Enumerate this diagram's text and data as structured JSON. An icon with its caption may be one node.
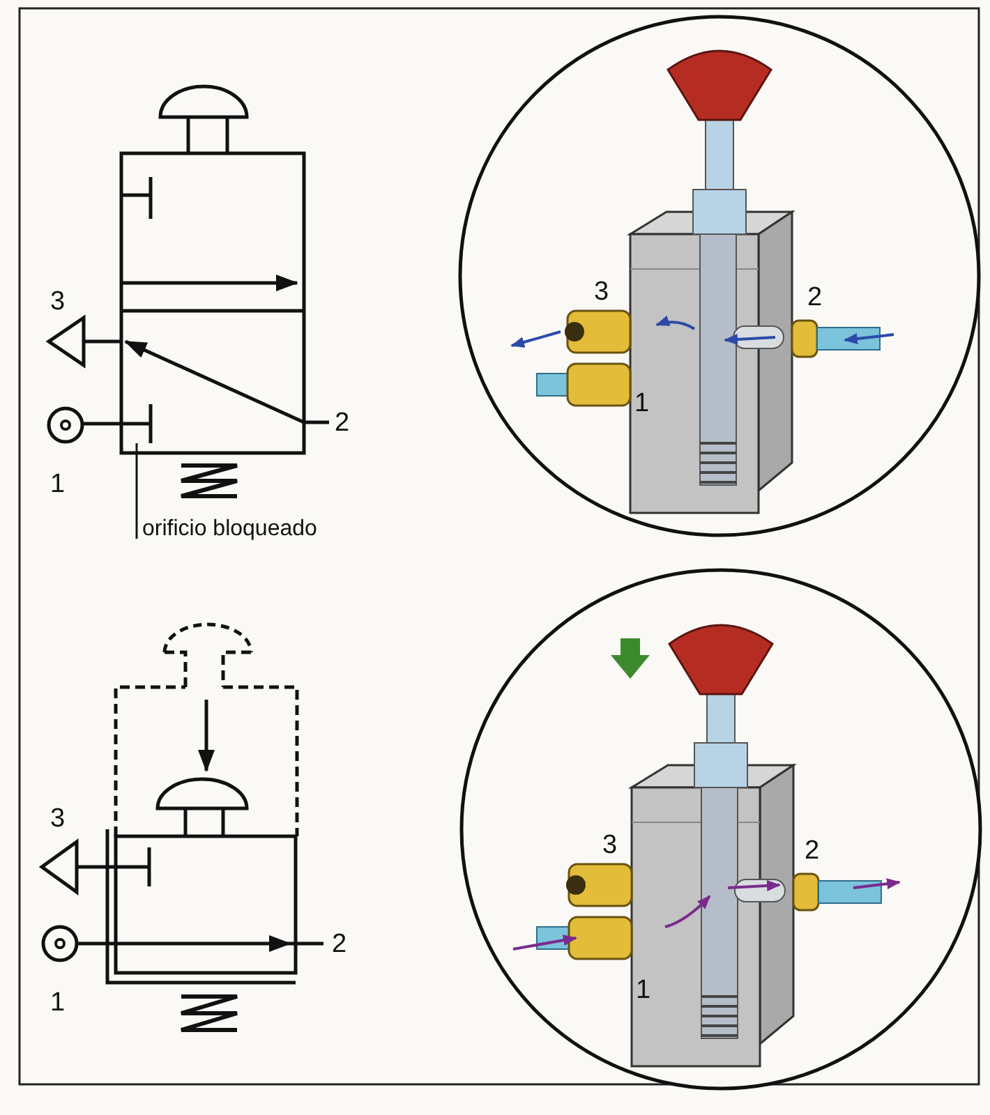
{
  "diagram": {
    "nodes": [
      {
        "text": [
          "orificio bloqueado"
        ]
      },
      {
        "text": [],
        "shape": "bar"
      }
    ],
    "edges": [
      {
        "from": 0,
        "to": 1,
        "arrow": "none"
      }
    ],
    "labels": [
      "3",
      "2",
      "1",
      "3",
      "2",
      "1",
      "3",
      "2",
      "1",
      "3",
      "2",
      "1"
    ]
  }
}
